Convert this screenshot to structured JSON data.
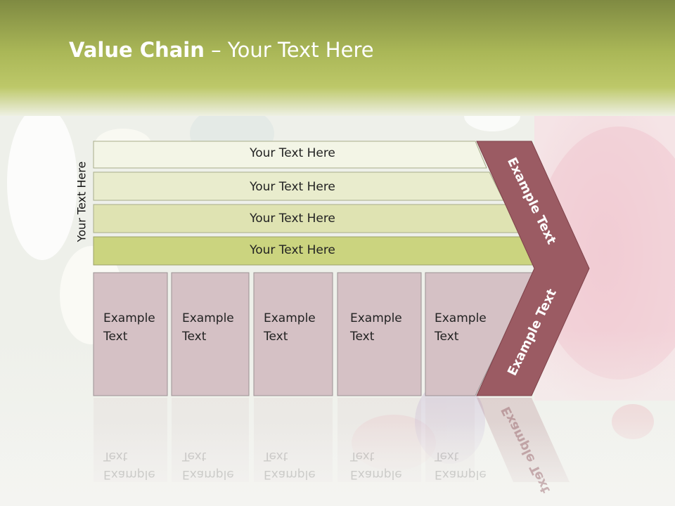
{
  "slide": {
    "title_bold": "Value Chain",
    "title_rest": " – Your Text Here",
    "side_label": "Your Text Here"
  },
  "rows": [
    {
      "label": "Your Text Here"
    },
    {
      "label": "Your Text Here"
    },
    {
      "label": "Your Text Here"
    },
    {
      "label": "Your Text Here"
    }
  ],
  "boxes": [
    {
      "line1": "Example",
      "line2": "Text"
    },
    {
      "line1": "Example",
      "line2": "Text"
    },
    {
      "line1": "Example",
      "line2": "Text"
    },
    {
      "line1": "Example",
      "line2": "Text"
    },
    {
      "line1": "Example",
      "line2": "Text"
    }
  ],
  "chevron": {
    "upper_label": "Example Text",
    "lower_label": "Example Text"
  },
  "colors": {
    "header": "#b6c25c",
    "row_fills": [
      "#f3f5e6",
      "#e9eccd",
      "#dfe3b2",
      "#cbd47f"
    ],
    "box_fill": "#d5c1c5",
    "chevron_fill": "#9b5b63"
  }
}
